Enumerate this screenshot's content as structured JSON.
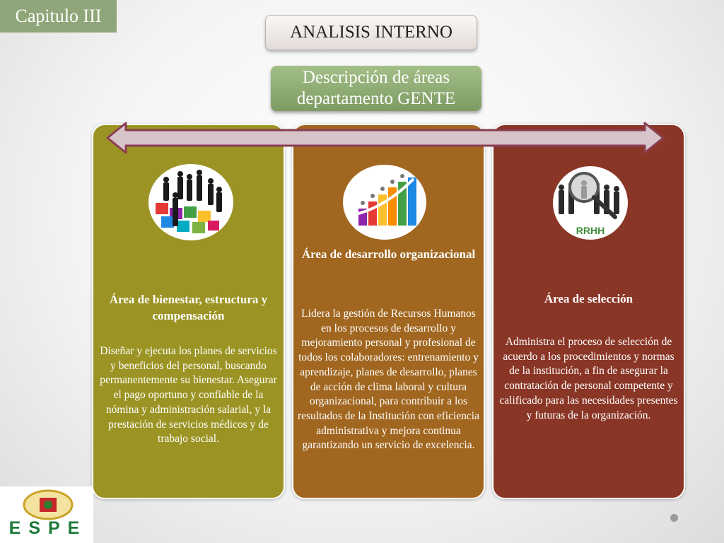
{
  "header": {
    "chapter": "Capitulo III",
    "title": "ANALISIS INTERNO",
    "subtitle_line1": "Descripción de áreas",
    "subtitle_line2": "departamento GENTE"
  },
  "cards": [
    {
      "title": "Área de bienestar, estructura y compensación",
      "description": "Diseñar y ejecuta los planes de servicios y beneficios del personal, buscando permanentemente su bienestar. Asegurar el pago oportuno y confiable de la nómina y administración salarial, y la prestación de servicios médicos y de trabajo social.",
      "icon": "team-puzzle-icon",
      "color": "#9b9424"
    },
    {
      "title": "Área de desarrollo organizacional",
      "description": "Lidera la gestión de Recursos Humanos en los procesos de desarrollo y mejoramiento personal y profesional de todos los colaboradores: entrenamiento y aprendizaje, planes de desarrollo, planes de acción de clima laboral y cultura organizacional, para contribuir a los resultados de la Institución con eficiencia administrativa y mejora continua garantizando un servicio de excelencia.",
      "icon": "growth-chart-icon",
      "color": "#a1661f"
    },
    {
      "title": "Área de selección",
      "description": "Administra el proceso de selección de acuerdo a los procedimientos y normas de la institución, a fin de asegurar la contratación de personal competente y calificado para las necesidades presentes y futuras de la organización.",
      "icon": "rrhh-magnifier-icon",
      "icon_label": "RRHH",
      "color": "#8a3626"
    }
  ],
  "logo": {
    "text": "ESPE",
    "icon": "espe-crest-icon",
    "color": "#1d7a3a"
  }
}
